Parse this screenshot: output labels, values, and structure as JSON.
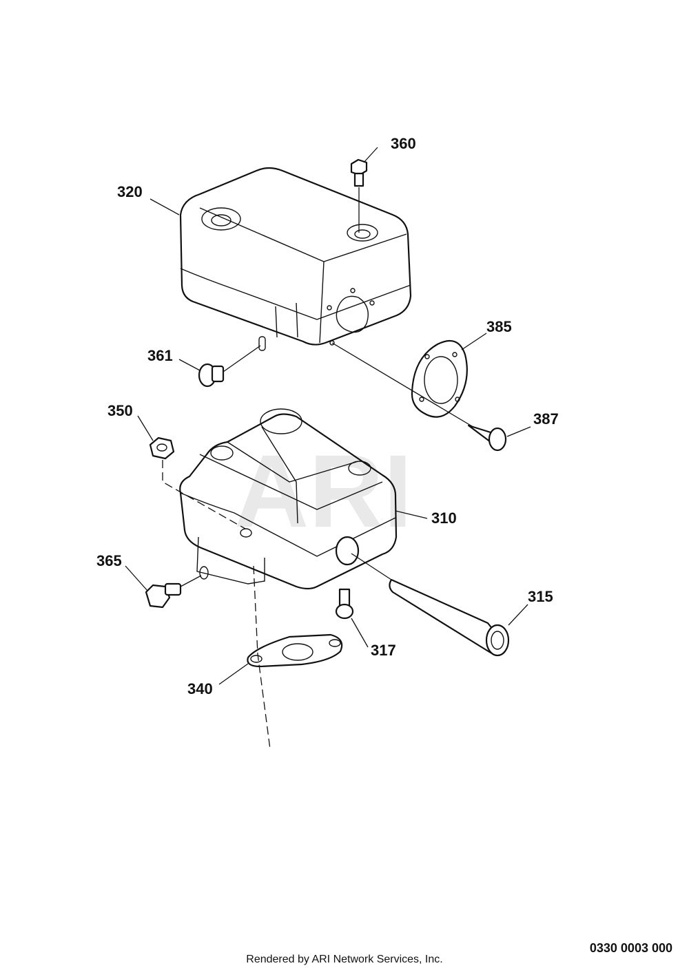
{
  "watermark": "ARI",
  "callouts": {
    "c360": "360",
    "c320": "320",
    "c385": "385",
    "c361": "361",
    "c387": "387",
    "c350": "350",
    "c310": "310",
    "c365": "365",
    "c315": "315",
    "c317": "317",
    "c340": "340"
  },
  "figure_code": "0330 0003 000",
  "footer": "Rendered by ARI Network Services, Inc."
}
